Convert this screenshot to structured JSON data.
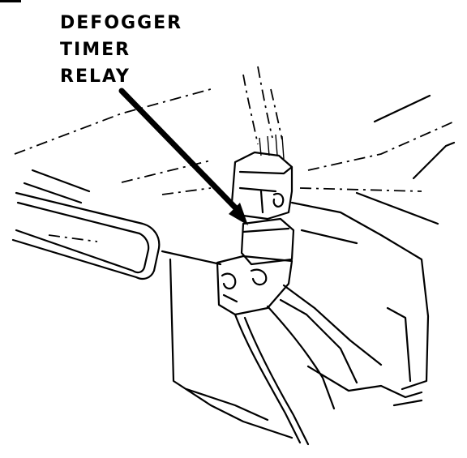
{
  "callout": {
    "lines": [
      "DEFOGGER",
      "TIMER",
      "RELAY"
    ]
  },
  "colors": {
    "ink": "#000000",
    "paper": "#ffffff"
  }
}
